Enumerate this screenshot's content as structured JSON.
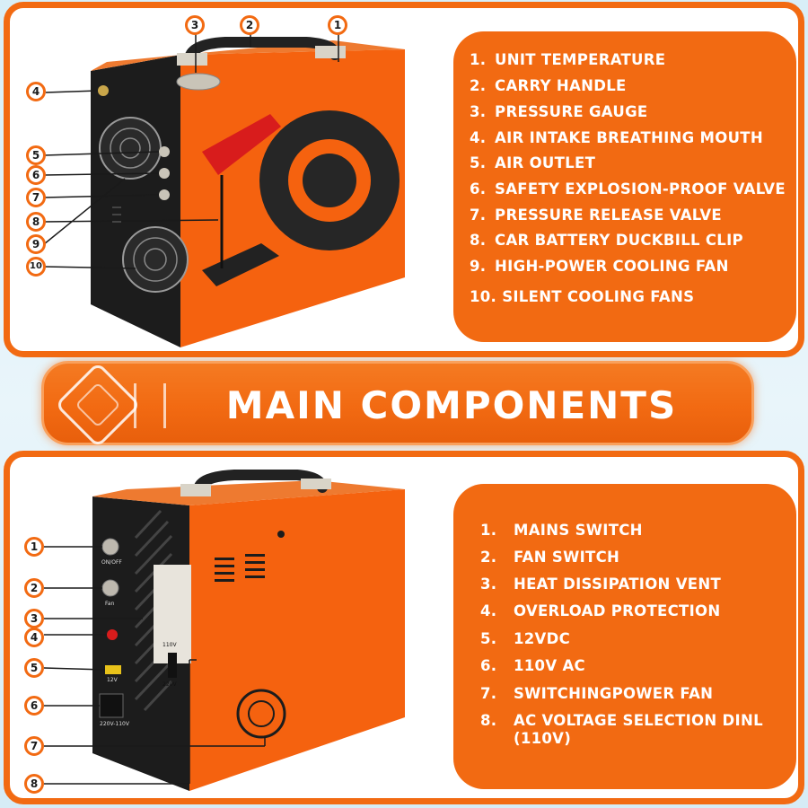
{
  "banner": {
    "title": "MAIN COMPONENTS"
  },
  "top_callouts": [
    "1",
    "2",
    "3",
    "4",
    "5",
    "6",
    "7",
    "8",
    "9",
    "10"
  ],
  "bottom_callouts": [
    "1",
    "2",
    "3",
    "4",
    "5",
    "6",
    "7",
    "8"
  ],
  "top_list": [
    {
      "num": "1.",
      "text": "UNIT TEMPERATURE"
    },
    {
      "num": "2.",
      "text": "CARRY HANDLE"
    },
    {
      "num": "3.",
      "text": "PRESSURE GAUGE"
    },
    {
      "num": "4.",
      "text": "AIR INTAKE BREATHING MOUTH"
    },
    {
      "num": "5.",
      "text": "AIR OUTLET"
    },
    {
      "num": "6.",
      "text": "SAFETY EXPLOSION-PROOF VALVE"
    },
    {
      "num": "7.",
      "text": "PRESSURE RELEASE VALVE"
    },
    {
      "num": "8.",
      "text": "CAR BATTERY DUCKBILL CLIP"
    },
    {
      "num": "9.",
      "text": "HIGH-POWER COOLING FAN"
    },
    {
      "num": "10.",
      "text": "SILENT COOLING FANS"
    }
  ],
  "bottom_list": [
    {
      "num": "1.",
      "text": "MAINS SWITCH"
    },
    {
      "num": "2.",
      "text": "FAN SWITCH"
    },
    {
      "num": "3.",
      "text": "HEAT DISSIPATION VENT"
    },
    {
      "num": "4.",
      "text": "OVERLOAD PROTECTION"
    },
    {
      "num": "5.",
      "text": "12VDC"
    },
    {
      "num": "6.",
      "text": "110V AC"
    },
    {
      "num": "7.",
      "text": "SWITCHINGPOWER FAN"
    },
    {
      "num": "8.",
      "text": "AC VOLTAGE SELECTION DINL (110V)"
    }
  ],
  "device_labels": {
    "on_off": "ON/OFF",
    "fan": "Fan",
    "dc": "12V",
    "ac_in": "220V-110V",
    "sel_top": "110V",
    "sel_bottom": "220V"
  },
  "colors": {
    "accent": "#f26a12",
    "panel_bg": "#ffffff",
    "device_orange": "#f5620f",
    "device_black": "#1c1c1c"
  }
}
